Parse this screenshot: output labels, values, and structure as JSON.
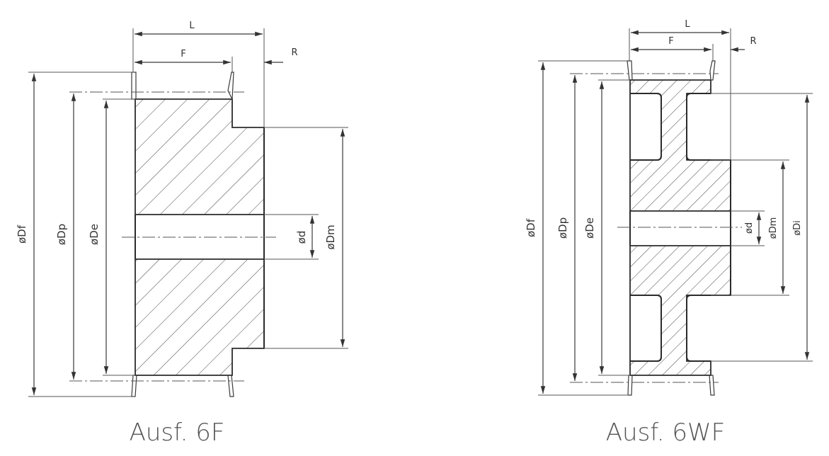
{
  "drawing_6F": {
    "caption": "Ausf. 6F",
    "dim_L": "L",
    "dim_F": "F",
    "dim_R": "R",
    "dim_Df": "øDf",
    "dim_Dp": "øDp",
    "dim_De": "øDe",
    "dim_d": "ød",
    "dim_Dm": "øDm"
  },
  "drawing_6WF": {
    "caption": "Ausf. 6WF",
    "dim_L": "L",
    "dim_F": "F",
    "dim_R": "R",
    "dim_Df": "øDf",
    "dim_Dp": "øDp",
    "dim_De": "øDe",
    "dim_d": "ød",
    "dim_Dm": "øDm",
    "dim_Di": "øDi"
  }
}
